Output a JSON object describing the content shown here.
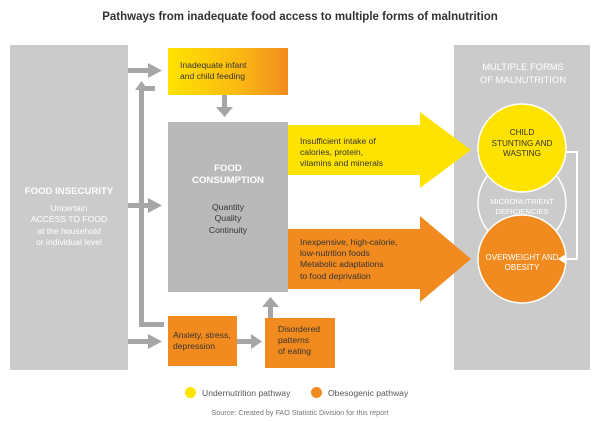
{
  "title": "Pathways from inadequate food access to multiple forms of malnutrition",
  "colors": {
    "gray": "#cbcbcb",
    "gray_dark": "#b9b9b9",
    "gray_arrow": "#a6a6a6",
    "yellow": "#ffe300",
    "orange": "#f28b1f",
    "text_dark": "#333333"
  },
  "food_insecurity": {
    "heading": "FOOD INSECURITY",
    "lines": [
      "Uncertain",
      "ACCESS TO FOOD",
      "at the household",
      "or individual level"
    ]
  },
  "infant_feeding": {
    "lines": [
      "Inadequate infant",
      "and child feeding"
    ]
  },
  "food_consumption": {
    "heading_lines": [
      "FOOD",
      "CONSUMPTION"
    ],
    "items": [
      "Quantity",
      "Quality",
      "Continuity"
    ]
  },
  "insufficient_intake": {
    "lines": [
      "Insufficient intake of",
      "calories, protein,",
      "vitamins and minerals"
    ]
  },
  "inexpensive_foods": {
    "lines": [
      "Inexpensive, high-calorie,",
      "low-nutrition foods",
      "Metabolic adaptations",
      "to food deprivation"
    ]
  },
  "anxiety": {
    "lines": [
      "Anxiety, stress,",
      "depression"
    ]
  },
  "disordered_eating": {
    "lines": [
      "Disordered",
      "patterns",
      "of eating"
    ]
  },
  "malnutrition": {
    "heading_lines": [
      "MULTIPLE FORMS",
      "OF MALNUTRITION"
    ],
    "stunting_lines": [
      "CHILD",
      "STUNTING AND WASTING"
    ],
    "micronutrient_lines": [
      "MICRONUTRIENT",
      "DEFICIENCIES"
    ],
    "obesity_lines": [
      "OVERWEIGHT AND OBESITY"
    ]
  },
  "legend": {
    "undernutrition": "Undernutrition pathway",
    "obesogenic": "Obesogenic pathway"
  },
  "source": "Source: Created by FAO Statistic Division for this report"
}
